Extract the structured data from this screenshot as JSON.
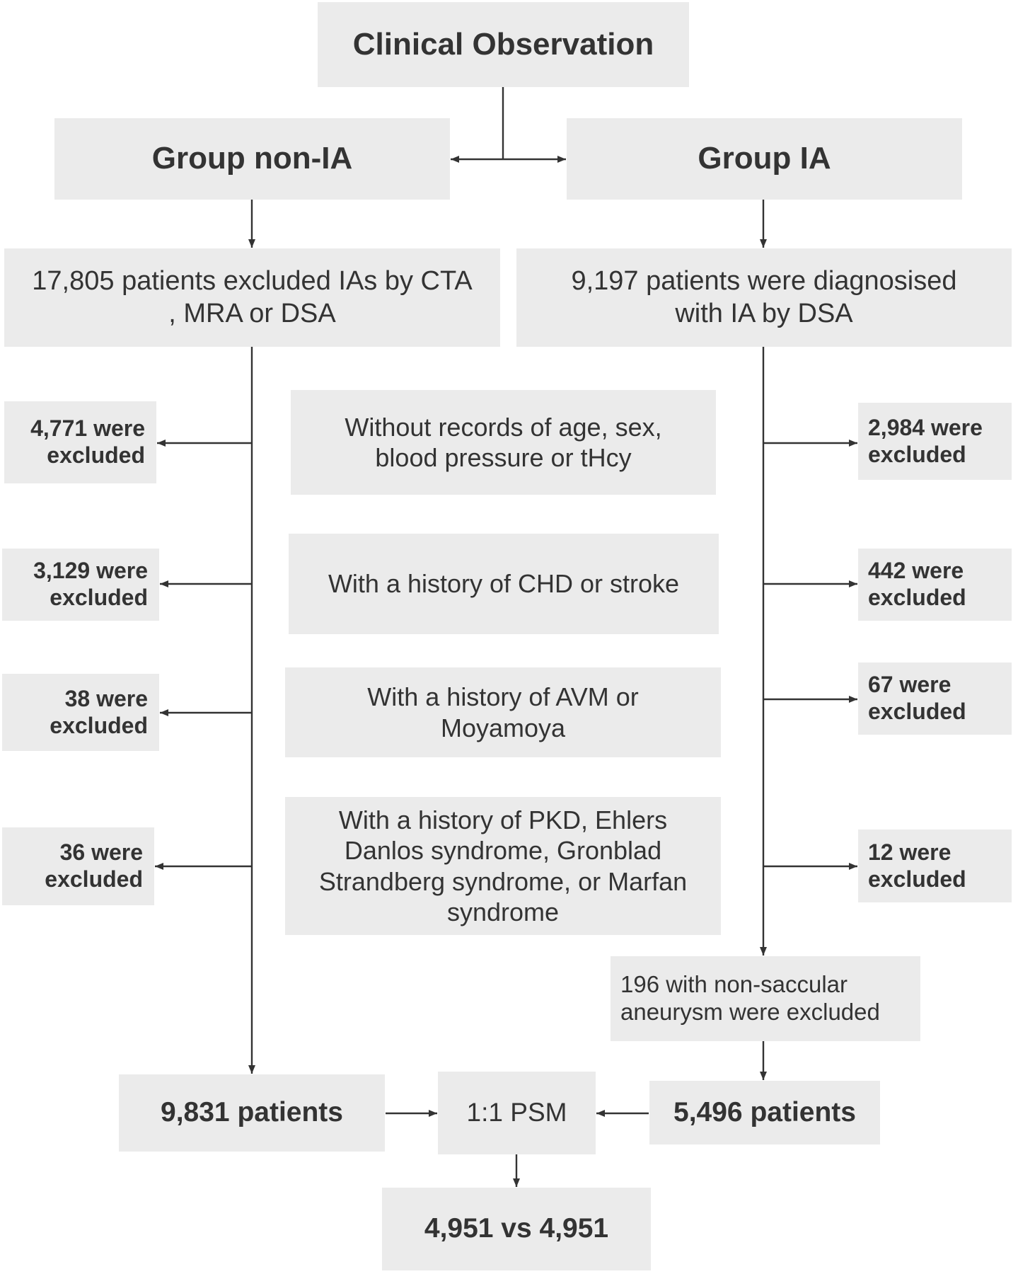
{
  "colors": {
    "box_fill": "#ebebeb",
    "text": "#333333",
    "line": "#333333",
    "background": "#ffffff"
  },
  "header": {
    "label": "Clinical Observation"
  },
  "groups": {
    "non_ia": {
      "label": "Group non-IA",
      "cohort": "17,805 patients excluded IAs by CTA\n, MRA or DSA"
    },
    "ia": {
      "label": "Group IA",
      "cohort": "9,197 patients were diagnosised\nwith IA by DSA"
    }
  },
  "exclusion_steps": [
    {
      "criterion": "Without records of age, sex,\nblood pressure or tHcy",
      "non_ia_excluded": "4,771 were\nexcluded",
      "ia_excluded": "2,984 were\nexcluded"
    },
    {
      "criterion": "With a history of CHD or stroke",
      "non_ia_excluded": "3,129 were\nexcluded",
      "ia_excluded": "442 were\nexcluded"
    },
    {
      "criterion": "With a history of AVM or\nMoyamoya",
      "non_ia_excluded": "38 were\nexcluded",
      "ia_excluded": "67 were\nexcluded"
    },
    {
      "criterion": "With a history of PKD, Ehlers\nDanlos syndrome, Gronblad\nStrandberg syndrome, or Marfan\nsyndrome",
      "non_ia_excluded": "36 were\nexcluded",
      "ia_excluded": "12 were\nexcluded"
    }
  ],
  "ia_extra_exclusion": "196 with non-saccular\naneurysm were excluded",
  "results": {
    "non_ia_patients": "9,831 patients",
    "matching": "1:1 PSM",
    "ia_patients": "5,496 patients",
    "matched": "4,951 vs 4,951"
  }
}
